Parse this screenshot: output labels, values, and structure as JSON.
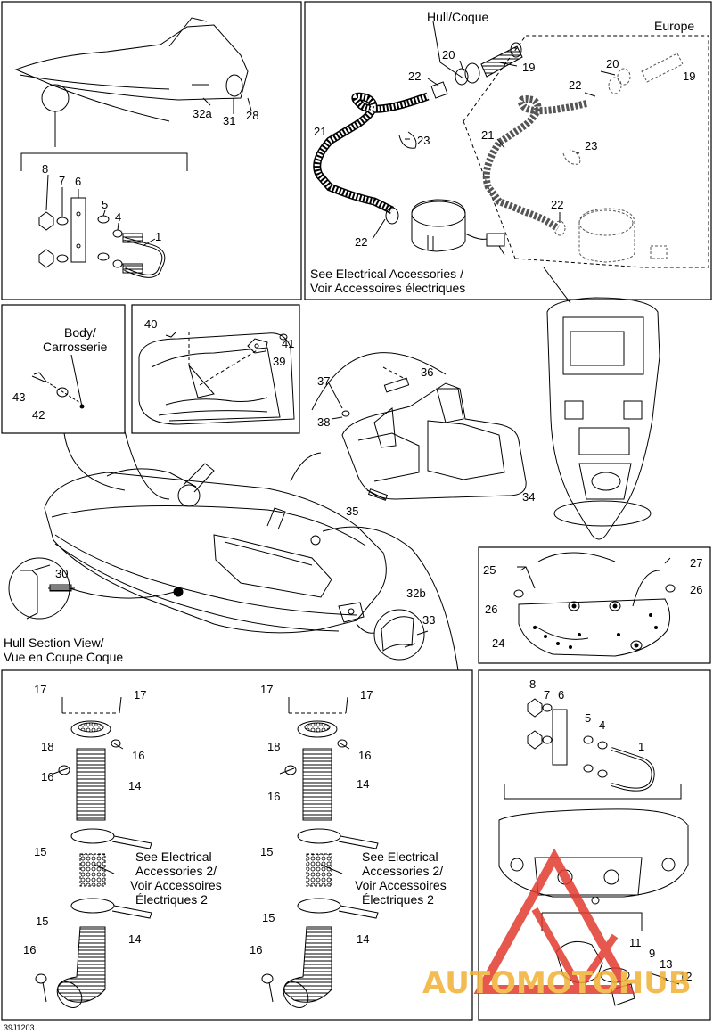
{
  "drawing_id": "39J1203",
  "texts": {
    "hull": "Hull/Coque",
    "europe": "Europe",
    "elec1": "See Electrical Accessories /",
    "elec2": "Voir Accessoires électriques",
    "body1": "Body/",
    "body2": "Carrosserie",
    "hullsec1": "Hull Section View/",
    "hullsec2": "Vue en Coupe Coque",
    "eleca_1": "See Electrical",
    "eleca_2": "Accessories 2/",
    "eleca_3": "Voir Accessoires",
    "eleca_4": "Électriques 2",
    "elecb_1": "See Electrical",
    "elecb_2": "Accessories 2/",
    "elecb_3": "Voir Accessoires",
    "elecb_4": "Électriques 2"
  },
  "callouts": {
    "c1": "1",
    "c4": "4",
    "c5": "5",
    "c6": "6",
    "c7": "7",
    "c8": "8",
    "c28": "28",
    "c31": "31",
    "c32a": "32a",
    "c19a": "19",
    "c20a": "20",
    "c21a": "21",
    "c22a": "22",
    "c22b": "22",
    "c23a": "23",
    "c19b": "19",
    "c20b": "20",
    "c21b": "21",
    "c22c": "22",
    "c22d": "22",
    "c23b": "23",
    "c43": "43",
    "c42": "42",
    "c40": "40",
    "c41": "41",
    "c39": "39",
    "c37": "37",
    "c38": "38",
    "c36": "36",
    "c34": "34",
    "c35": "35",
    "c30": "30",
    "c32b": "32b",
    "c33": "33",
    "c25": "25",
    "c26a": "26",
    "c27": "27",
    "c26b": "26",
    "c24": "24",
    "l17a": "17",
    "l17b": "17",
    "l18": "18",
    "l16a": "16",
    "l16b": "16",
    "l14a": "14",
    "l15a": "15",
    "l15b": "15",
    "l14b": "14",
    "l16c": "16",
    "m17a": "17",
    "m17b": "17",
    "m18": "18",
    "m16a": "16",
    "m16b": "16",
    "m14a": "14",
    "m15a": "15",
    "m15b": "15",
    "m14b": "14",
    "m16c": "16",
    "r8": "8",
    "r7": "7",
    "r6": "6",
    "r5": "5",
    "r4": "4",
    "r1": "1",
    "r11": "11",
    "r9": "9",
    "r13": "13",
    "r12": "12"
  },
  "watermark": {
    "text": "AUTOMOTOHUB",
    "color_a": "#f2b134",
    "color_b": "#e23a2e"
  }
}
